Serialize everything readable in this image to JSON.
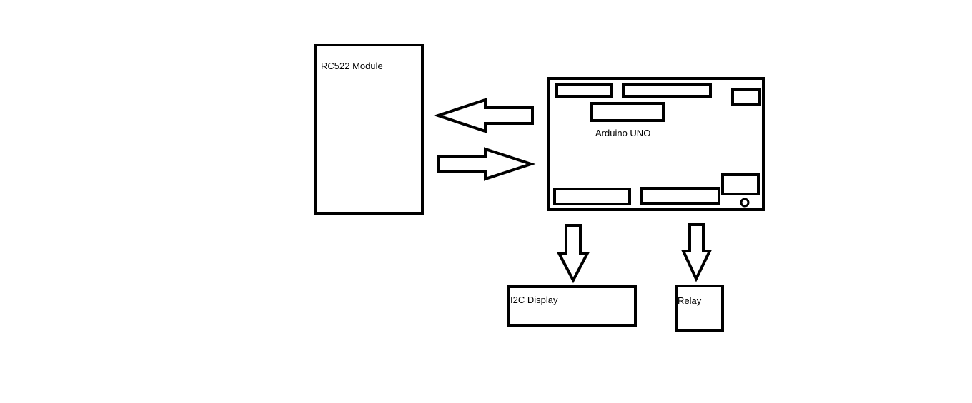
{
  "diagram": {
    "rc522": {
      "label": "RC522 Module"
    },
    "arduino": {
      "label": "Arduino UNO"
    },
    "display": {
      "label": "I2C Display"
    },
    "relay": {
      "label": "Relay"
    },
    "connections": [
      {
        "from": "arduino",
        "to": "rc522"
      },
      {
        "from": "rc522",
        "to": "arduino"
      },
      {
        "from": "arduino",
        "to": "display"
      },
      {
        "from": "arduino",
        "to": "relay"
      }
    ]
  },
  "colors": {
    "stroke": "#000000",
    "background": "#ffffff"
  }
}
